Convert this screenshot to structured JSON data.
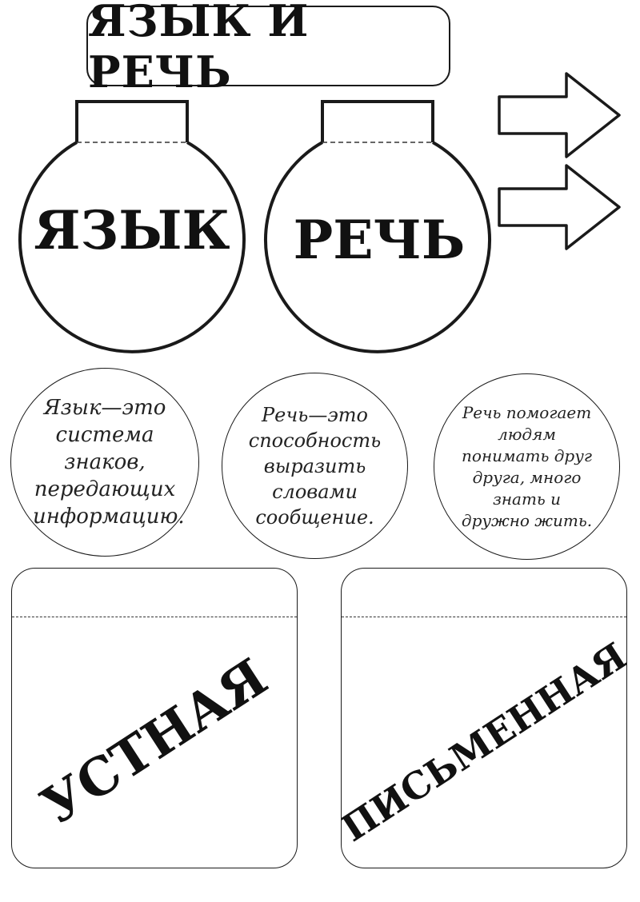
{
  "title": "ЯЗЫК И РЕЧЬ",
  "ornaments": [
    {
      "label": "ЯЗЫК"
    },
    {
      "label": "РЕЧЬ"
    }
  ],
  "definitions": [
    {
      "text": "Язык—это система знаков, передающих информацию."
    },
    {
      "text": "Речь—это способность выразить словами сообщение."
    },
    {
      "text": "Речь помогает людям понимать друг друга, много знать и дружно жить."
    }
  ],
  "pockets": [
    {
      "label": "УСТНАЯ"
    },
    {
      "label": "ПИСЬМЕННАЯ"
    }
  ],
  "arrow_icon": "arrow-right-outline"
}
